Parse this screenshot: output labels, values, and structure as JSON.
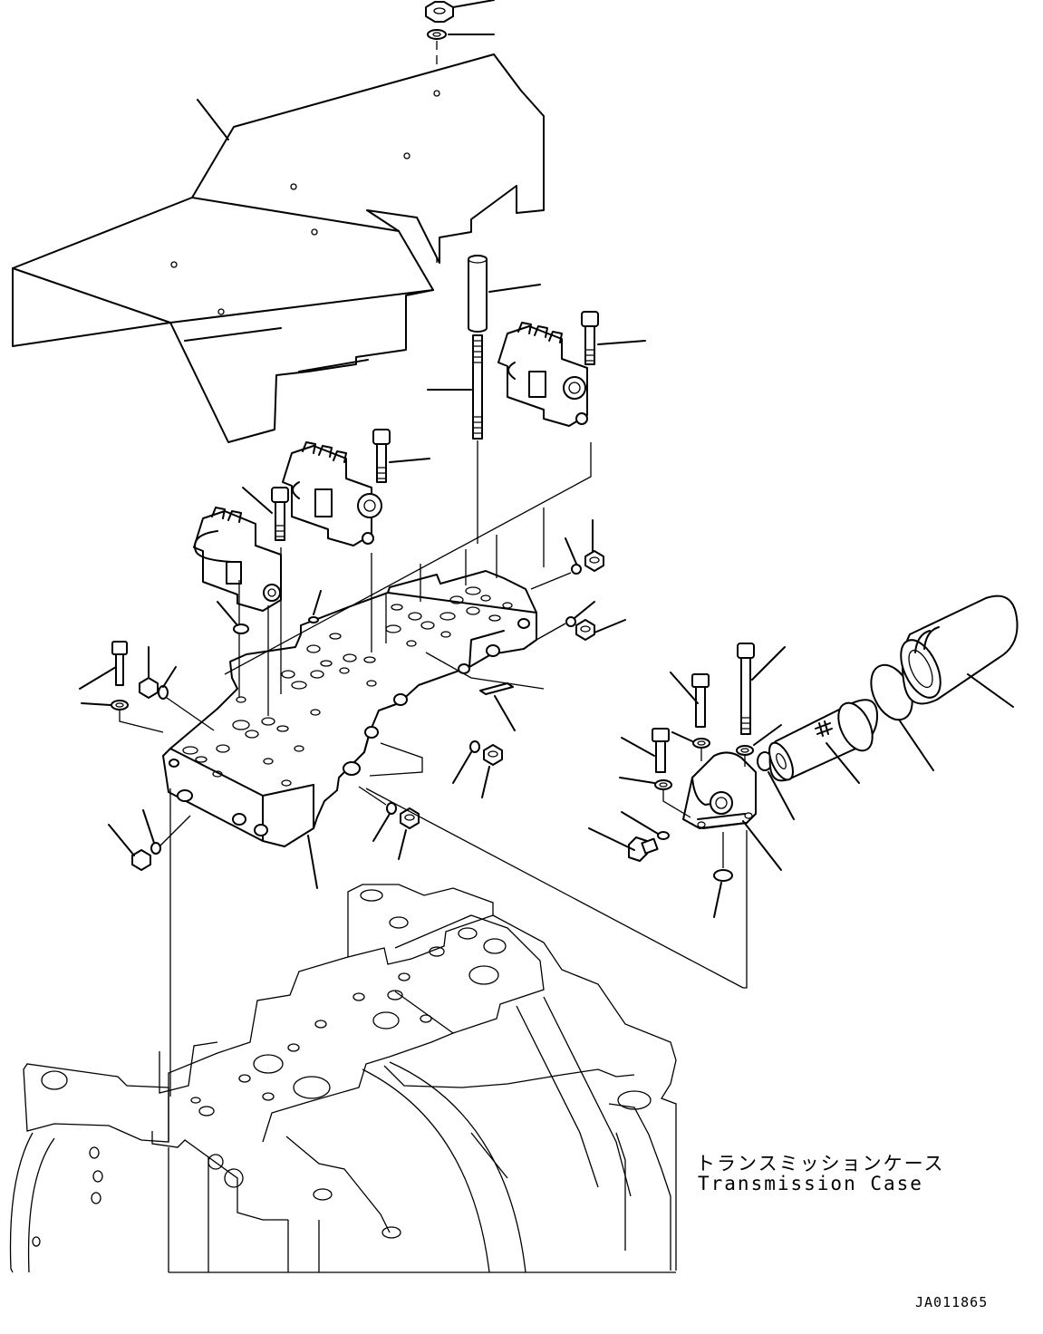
{
  "labels": {
    "case_name_jp": "トランスミッションケース",
    "case_name_en": "Transmission Case",
    "drawing_number": "JA011865"
  }
}
